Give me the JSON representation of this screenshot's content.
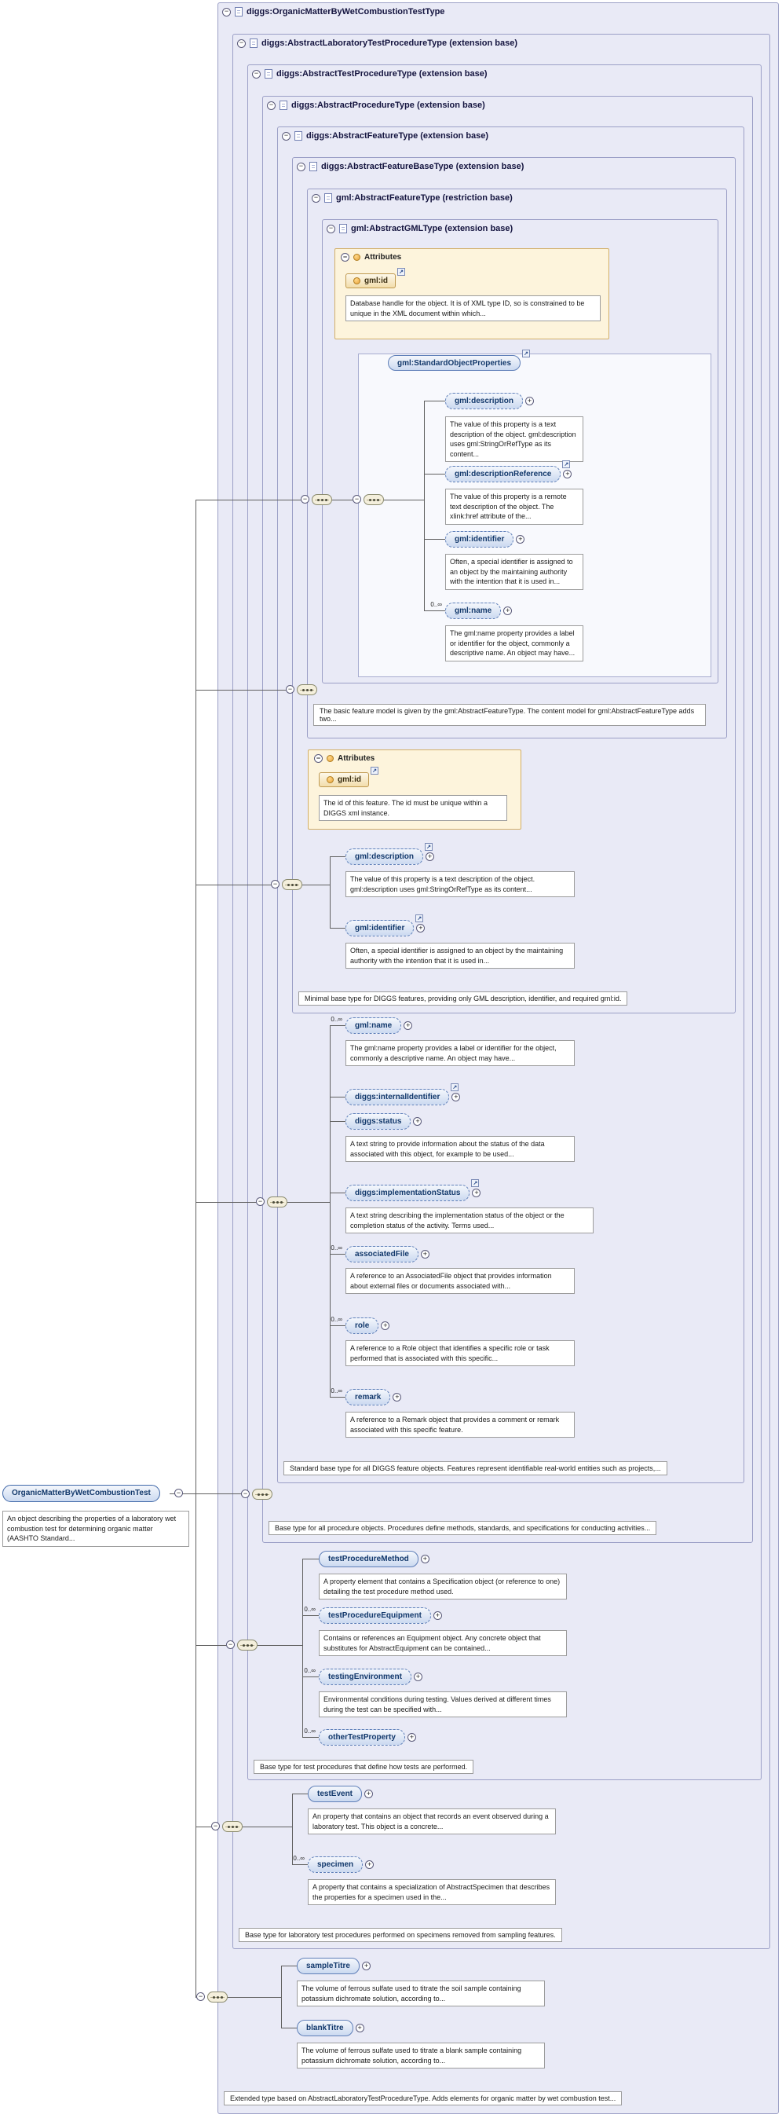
{
  "diagram_title": "diggs:OrganicMatterByWetCombustionTestType",
  "levels": {
    "l1": {
      "label": "diggs:OrganicMatterByWetCombustionTestType",
      "annotation": "Extended type based on AbstractLaboratoryTestProcedureType. Adds elements for organic matter by wet combustion test..."
    },
    "l2": {
      "label": "diggs:AbstractLaboratoryTestProcedureType (extension base)",
      "annotation": "Base type for laboratory test procedures performed on specimens removed from sampling features."
    },
    "l3": {
      "label": "diggs:AbstractTestProcedureType (extension base)",
      "annotation": "Base type for test procedures that define how tests are performed."
    },
    "l4": {
      "label": "diggs:AbstractProcedureType (extension base)",
      "annotation": "Base type for all procedure objects. Procedures define methods, standards, and specifications for conducting activities..."
    },
    "l5": {
      "label": "diggs:AbstractFeatureType (extension base)",
      "annotation": "Standard base type for all DIGGS feature objects. Features represent identifiable real-world entities such as projects,..."
    },
    "l6": {
      "label": "diggs:AbstractFeatureBaseType (extension base)",
      "annotation": "Minimal base type for DIGGS features, providing only GML description, identifier, and required gml:id."
    },
    "l7": {
      "label": "gml:AbstractFeatureType (restriction base)",
      "annotation": "The basic feature model is given by the gml:AbstractFeatureType. The content model for gml:AbstractFeatureType adds two..."
    },
    "l8": {
      "label": "gml:AbstractGMLType (extension base)"
    }
  },
  "root_element": {
    "name": "OrganicMatterByWetCombustionTest",
    "doc": "An object describing the properties of a laboratory wet combustion test for determining organic matter (AASHTO Standard..."
  },
  "attributes_gml": {
    "title": "Attributes",
    "attr_name": "gml:id",
    "attr_doc": "Database handle for the object. It is of XML type ID, so is constrained to be unique in the XML document within which..."
  },
  "attributes_diggs": {
    "title": "Attributes",
    "attr_name": "gml:id",
    "attr_doc": "The id of this feature. The id must be unique within a DIGGS xml instance."
  },
  "group": {
    "name": "gml:StandardObjectProperties"
  },
  "elements": {
    "sop_description": {
      "name": "gml:description",
      "doc": "The value of this property is a text description of the object. gml:description uses gml:StringOrRefType as its content..."
    },
    "sop_description_reference": {
      "name": "gml:descriptionReference",
      "doc": "The value of this property is a remote text description of the object. The xlink:href attribute of the..."
    },
    "sop_identifier": {
      "name": "gml:identifier",
      "doc": "Often, a special identifier is assigned to an object by the maintaining authority with the intention that it is used in..."
    },
    "sop_name": {
      "name": "gml:name",
      "occurs": "0..∞",
      "doc": "The gml:name property provides a label or identifier for the object, commonly a descriptive name. An object may have..."
    },
    "fb_description": {
      "name": "gml:description",
      "doc": "The value of this property is a text description of the object. gml:description uses gml:StringOrRefType as its content..."
    },
    "fb_identifier": {
      "name": "gml:identifier",
      "doc": "Often, a special identifier is assigned to an object by the maintaining authority with the intention that it is used in..."
    },
    "f_name": {
      "name": "gml:name",
      "occurs": "0..∞",
      "doc": "The gml:name property provides a label or identifier for the object, commonly a descriptive name. An object may have..."
    },
    "f_internal_identifier": {
      "name": "diggs:internalIdentifier"
    },
    "f_status": {
      "name": "diggs:status",
      "doc": "A text string to provide information about the status of the data associated with this object, for example to be used..."
    },
    "f_implementation_status": {
      "name": "diggs:implementationStatus",
      "doc": "A text string describing the implementation status of the object or the completion status of the activity. Terms used..."
    },
    "f_associated_file": {
      "name": "associatedFile",
      "occurs": "0..∞",
      "doc": "A reference to an AssociatedFile object that provides information about external files or documents associated with..."
    },
    "f_role": {
      "name": "role",
      "occurs": "0..∞",
      "doc": "A reference to a Role object that identifies a specific role or task performed that is associated with this specific..."
    },
    "f_remark": {
      "name": "remark",
      "occurs": "0..∞",
      "doc": "A reference to a Remark object that provides a comment or remark associated with this specific feature."
    },
    "tp_test_procedure_method": {
      "name": "testProcedureMethod",
      "doc": "A property element that contains a Specification object (or reference to one) detailing the test procedure method used."
    },
    "tp_test_procedure_equipment": {
      "name": "testProcedureEquipment",
      "occurs": "0..∞",
      "doc": "Contains or references an Equipment object. Any concrete object that substitutes for AbstractEquipment can be contained..."
    },
    "tp_testing_environment": {
      "name": "testingEnvironment",
      "occurs": "0..∞",
      "doc": "Environmental conditions during testing. Values derived at different times during the test can be specified with..."
    },
    "tp_other_test_property": {
      "name": "otherTestProperty",
      "occurs": "0..∞"
    },
    "lab_test_event": {
      "name": "testEvent",
      "doc": "An property that contains an object that records an event observed during a laboratory test. This object is a concrete..."
    },
    "lab_specimen": {
      "name": "specimen",
      "occurs": "0..∞",
      "doc": "A property that contains a specialization of AbstractSpecimen that describes the properties for a specimen used in the..."
    },
    "own_sample_titre": {
      "name": "sampleTitre",
      "doc": "The volume of ferrous sulfate used to titrate the soil sample containing potassium dichromate solution, according to..."
    },
    "own_blank_titre": {
      "name": "blankTitre",
      "doc": "The volume of ferrous sulfate used to titrate a blank sample containing potassium dichromate solution, according to..."
    }
  },
  "colors": {
    "typebox_fill": "#e9eaf6",
    "typebox_border": "#9b9fc6",
    "element_border": "#5f7fb8",
    "attributes_fill": "#fdf4dc",
    "attribute_accent": "#e8a33d"
  }
}
